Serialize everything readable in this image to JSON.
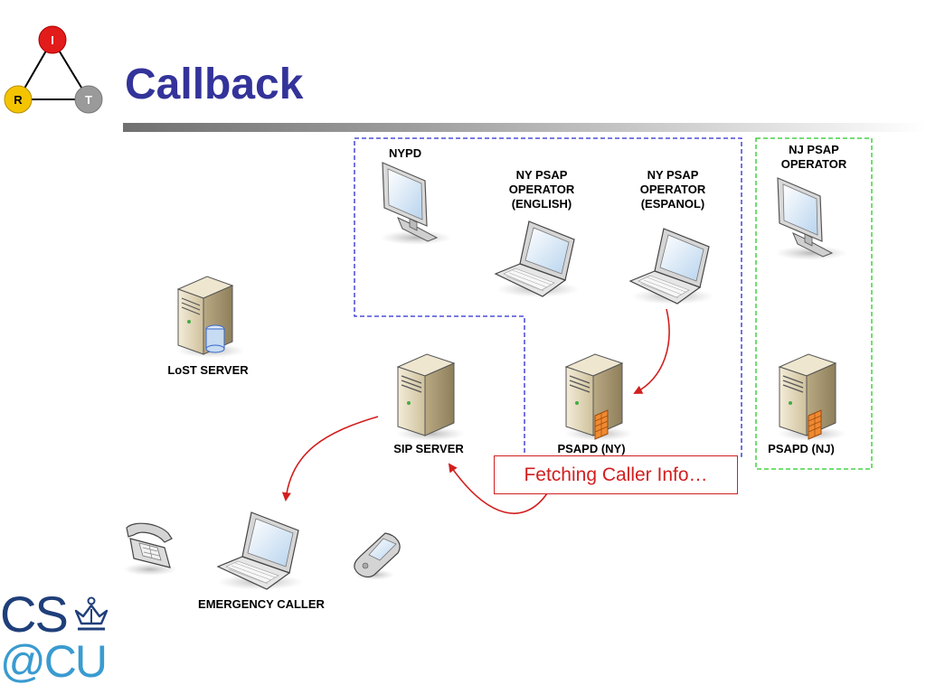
{
  "slide": {
    "title": "Callback"
  },
  "logo_irt": {
    "node_i": "I",
    "node_r": "R",
    "node_t": "T",
    "colors": {
      "i": "#e21b1b",
      "r": "#f5c400",
      "t": "#9a9a9a"
    }
  },
  "groups": {
    "ny_box_color": "#2a2ad0",
    "nj_box_color": "#22cc22"
  },
  "nodes": {
    "nypd": "NYPD",
    "ny_english_line1": "NY PSAP",
    "ny_english_line2": "OPERATOR",
    "ny_english_line3": "(ENGLISH)",
    "ny_espanol_line1": "NY PSAP",
    "ny_espanol_line2": "OPERATOR",
    "ny_espanol_line3": "(ESPANOL)",
    "nj_operator_line1": "NJ PSAP",
    "nj_operator_line2": "OPERATOR",
    "lost_server": "LoST SERVER",
    "sip_server": "SIP SERVER",
    "psapd_ny": "PSAPD (NY)",
    "psapd_nj": "PSAPD (NJ)",
    "emergency_caller": "EMERGENCY CALLER"
  },
  "callout": {
    "text": "Fetching Caller Info…",
    "color": "#d21f1f"
  },
  "footer_logo": {
    "line1": "CS",
    "line2": "@CU",
    "colors": {
      "cs": "#1f3f7a",
      "cu": "#3a9bd0"
    }
  }
}
